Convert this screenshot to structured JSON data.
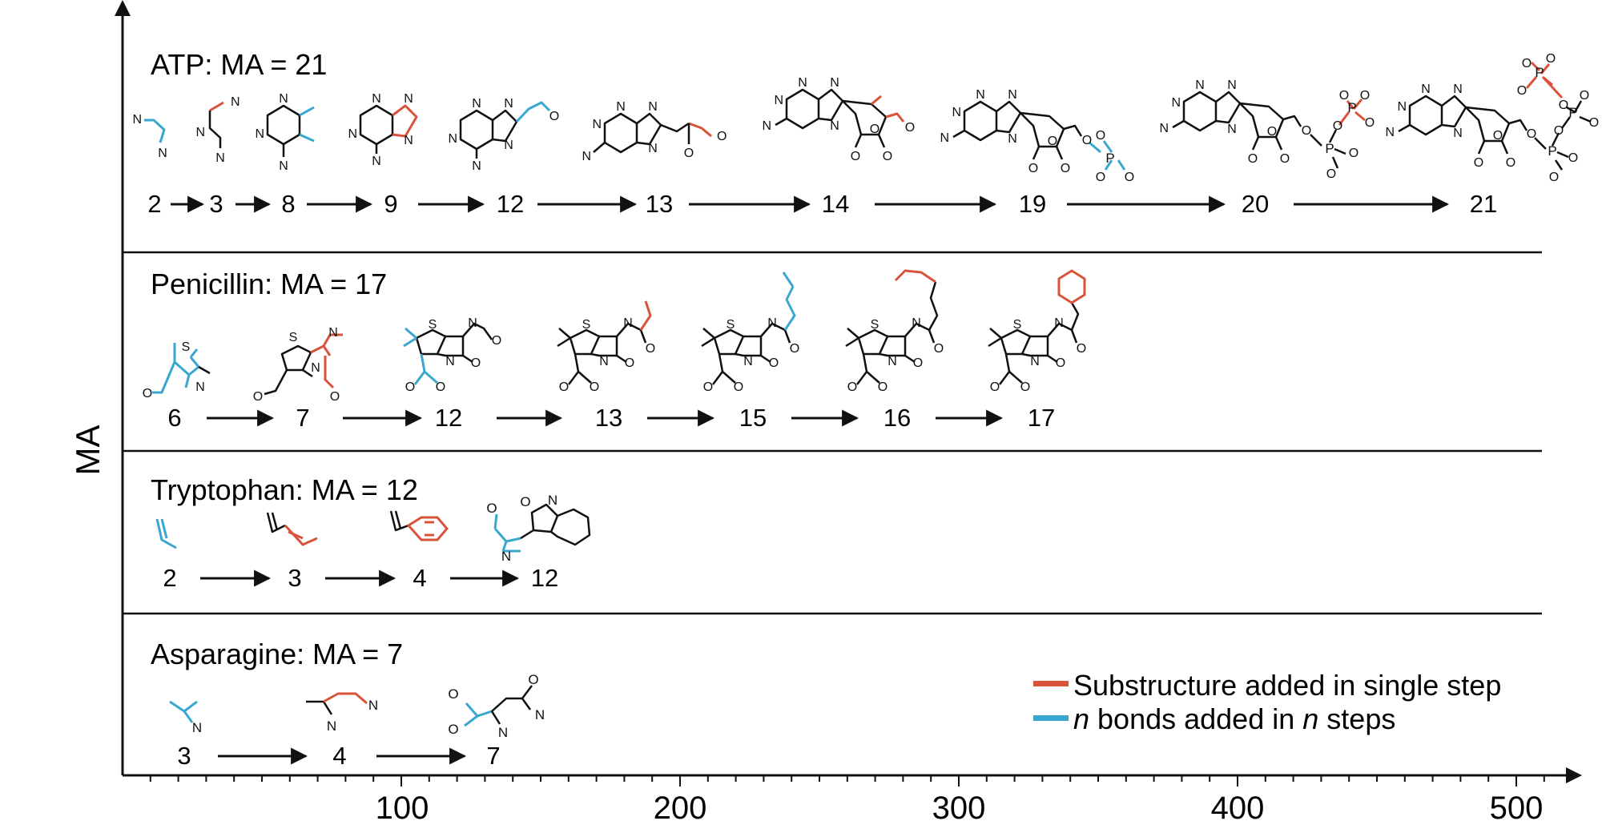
{
  "axes": {
    "y_label": "MA",
    "x_ticks": [
      "100",
      "200",
      "300",
      "400",
      "500"
    ]
  },
  "legend": {
    "items": [
      {
        "color": "#d9533b",
        "parts": [
          {
            "t": "Substructure added in single step",
            "i": false
          }
        ]
      },
      {
        "color": "#3aa7cf",
        "parts": [
          {
            "t": "n",
            "i": true
          },
          {
            "t": " bonds added in ",
            "i": false
          },
          {
            "t": "n",
            "i": true
          },
          {
            "t": " steps",
            "i": false
          }
        ]
      }
    ]
  },
  "colors": {
    "single_step": "#d9533b",
    "n_steps": "#3aa7cf",
    "ink": "#111111"
  },
  "panels": [
    {
      "id": "atp",
      "title": "ATP: MA = 21",
      "steps": [
        "2",
        "3",
        "8",
        "9",
        "12",
        "13",
        "14",
        "19",
        "20",
        "21"
      ],
      "atom_labels": [
        [
          "N",
          "N"
        ],
        [
          "N",
          "N",
          "N"
        ],
        [
          "N",
          "N",
          "N"
        ],
        [
          "N",
          "N",
          "N",
          "N",
          "N"
        ],
        [
          "N",
          "N",
          "N",
          "N",
          "N",
          "O"
        ],
        [
          "N",
          "N",
          "N",
          "N",
          "N",
          "O",
          "O"
        ],
        [
          "N",
          "N",
          "N",
          "N",
          "N",
          "O",
          "O",
          "O",
          "O"
        ],
        [
          "N",
          "N",
          "N",
          "N",
          "N",
          "O",
          "O",
          "O",
          "O",
          "P",
          "O",
          "O",
          "O"
        ],
        [
          "N",
          "N",
          "N",
          "N",
          "N",
          "O",
          "O",
          "O",
          "O",
          "P",
          "O",
          "O",
          "O",
          "P",
          "O",
          "O",
          "O"
        ],
        [
          "N",
          "N",
          "N",
          "N",
          "N",
          "O",
          "O",
          "O",
          "O",
          "P",
          "O",
          "O",
          "O",
          "P",
          "O",
          "O",
          "O",
          "P",
          "O",
          "O",
          "O"
        ]
      ]
    },
    {
      "id": "penicillin",
      "title": "Penicillin: MA = 17",
      "steps": [
        "6",
        "7",
        "12",
        "13",
        "15",
        "16",
        "17"
      ],
      "atom_labels": [
        [
          "S",
          "N",
          "O"
        ],
        [
          "S",
          "N",
          "N",
          "O",
          "O"
        ],
        [
          "S",
          "N",
          "N",
          "O",
          "O",
          "O",
          "O"
        ],
        [
          "S",
          "N",
          "N",
          "O",
          "O",
          "O",
          "O"
        ],
        [
          "S",
          "N",
          "N",
          "O",
          "O",
          "O",
          "O"
        ],
        [
          "S",
          "N",
          "N",
          "O",
          "O",
          "O",
          "O"
        ],
        [
          "S",
          "N",
          "N",
          "O",
          "O",
          "O",
          "O"
        ]
      ]
    },
    {
      "id": "tryptophan",
      "title": "Tryptophan: MA = 12",
      "steps": [
        "2",
        "3",
        "4",
        "12"
      ],
      "atom_labels": [
        [],
        [],
        [],
        [
          "N",
          "O",
          "O",
          "N"
        ]
      ]
    },
    {
      "id": "asparagine",
      "title": "Asparagine: MA = 7",
      "steps": [
        "3",
        "4",
        "7"
      ],
      "atom_labels": [
        [
          "N"
        ],
        [
          "N"
        ],
        [
          "O",
          "O",
          "N",
          "O",
          "N"
        ]
      ]
    }
  ]
}
